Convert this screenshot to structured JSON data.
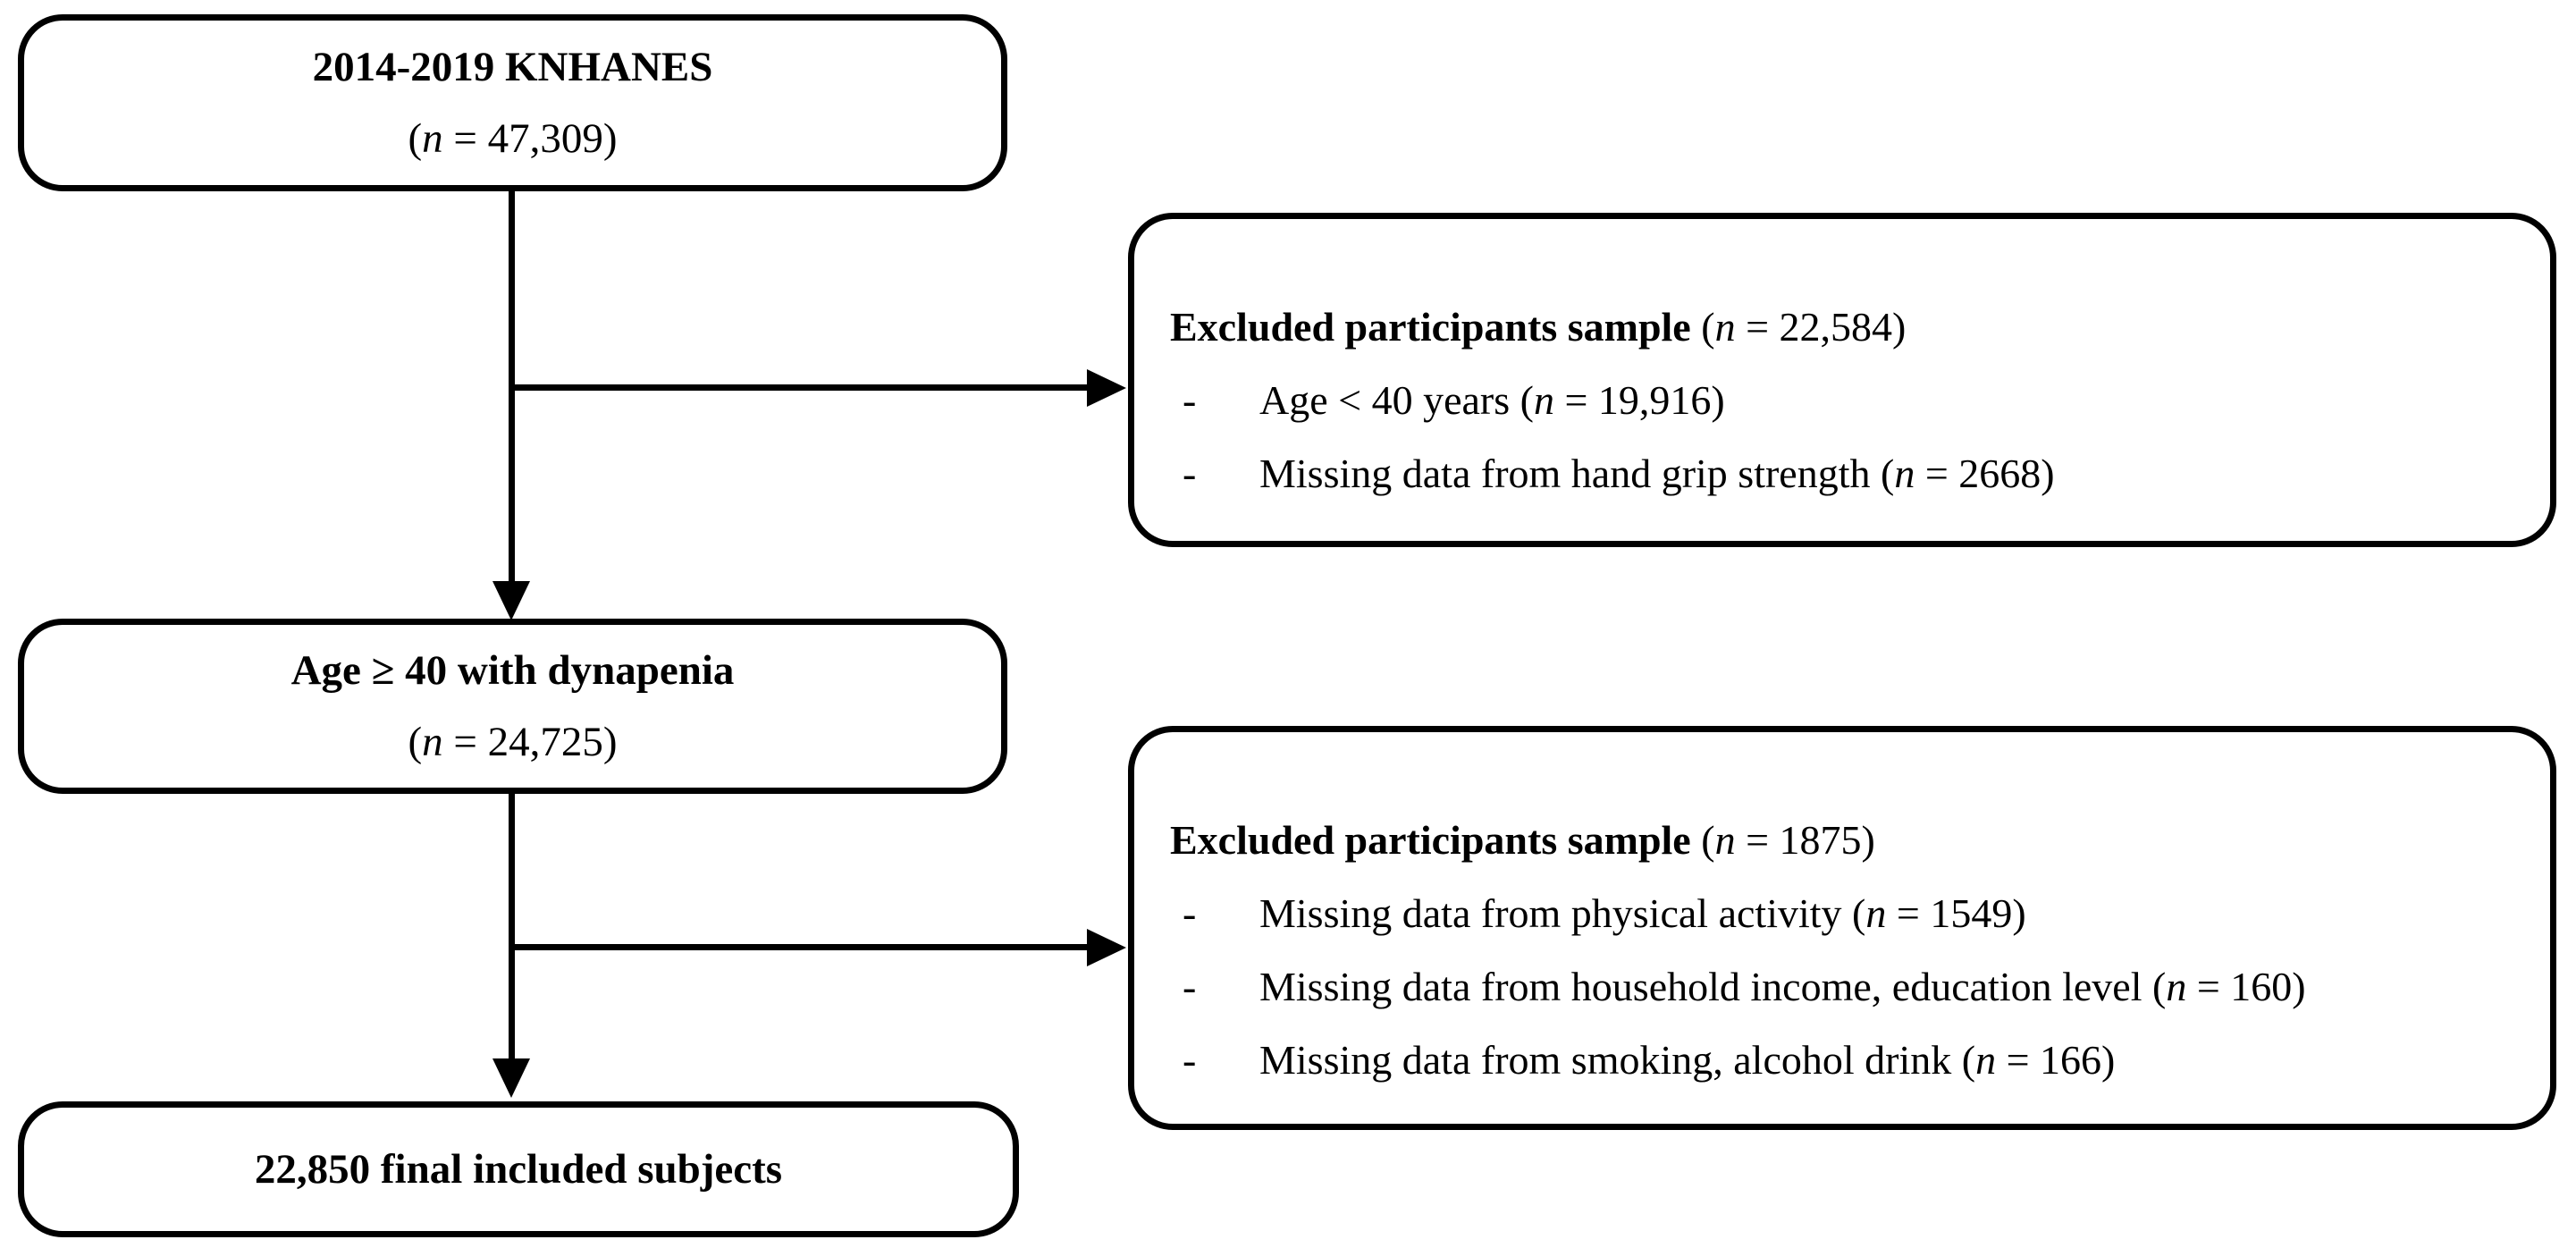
{
  "diagram": {
    "colors": {
      "line": "#000000",
      "background": "#ffffff",
      "text": "#000000"
    },
    "box_knhanes": {
      "title": "2014-2019 KNHANES",
      "count_pre": "(",
      "count_var": "n",
      "count_rest": " = 47,309)"
    },
    "box_excluded1": {
      "title": "Excluded participants sample",
      "count_pre": " (",
      "count_var": "n",
      "count_rest": " = 22,584)",
      "bullet": "-",
      "items": [
        {
          "pre": "Age < 40 years (",
          "var": "n",
          "rest": " = 19,916)"
        },
        {
          "pre": "Missing data from hand grip strength (",
          "var": "n",
          "rest": " = 2668)"
        }
      ]
    },
    "box_dynapenia": {
      "title": "Age ≥ 40 with dynapenia",
      "count_pre": "(",
      "count_var": "n",
      "count_rest": " = 24,725)"
    },
    "box_excluded2": {
      "title": "Excluded participants sample",
      "count_pre": " (",
      "count_var": "n",
      "count_rest": " = 1875)",
      "bullet": "-",
      "items": [
        {
          "pre": "Missing data from physical activity (",
          "var": "n",
          "rest": " = 1549)"
        },
        {
          "pre": "Missing data from household income, education level (",
          "var": "n",
          "rest": " = 160)"
        },
        {
          "pre": "Missing data from smoking, alcohol drink (",
          "var": "n",
          "rest": " = 166)"
        }
      ]
    },
    "box_final": {
      "title": "22,850 final included subjects"
    }
  }
}
